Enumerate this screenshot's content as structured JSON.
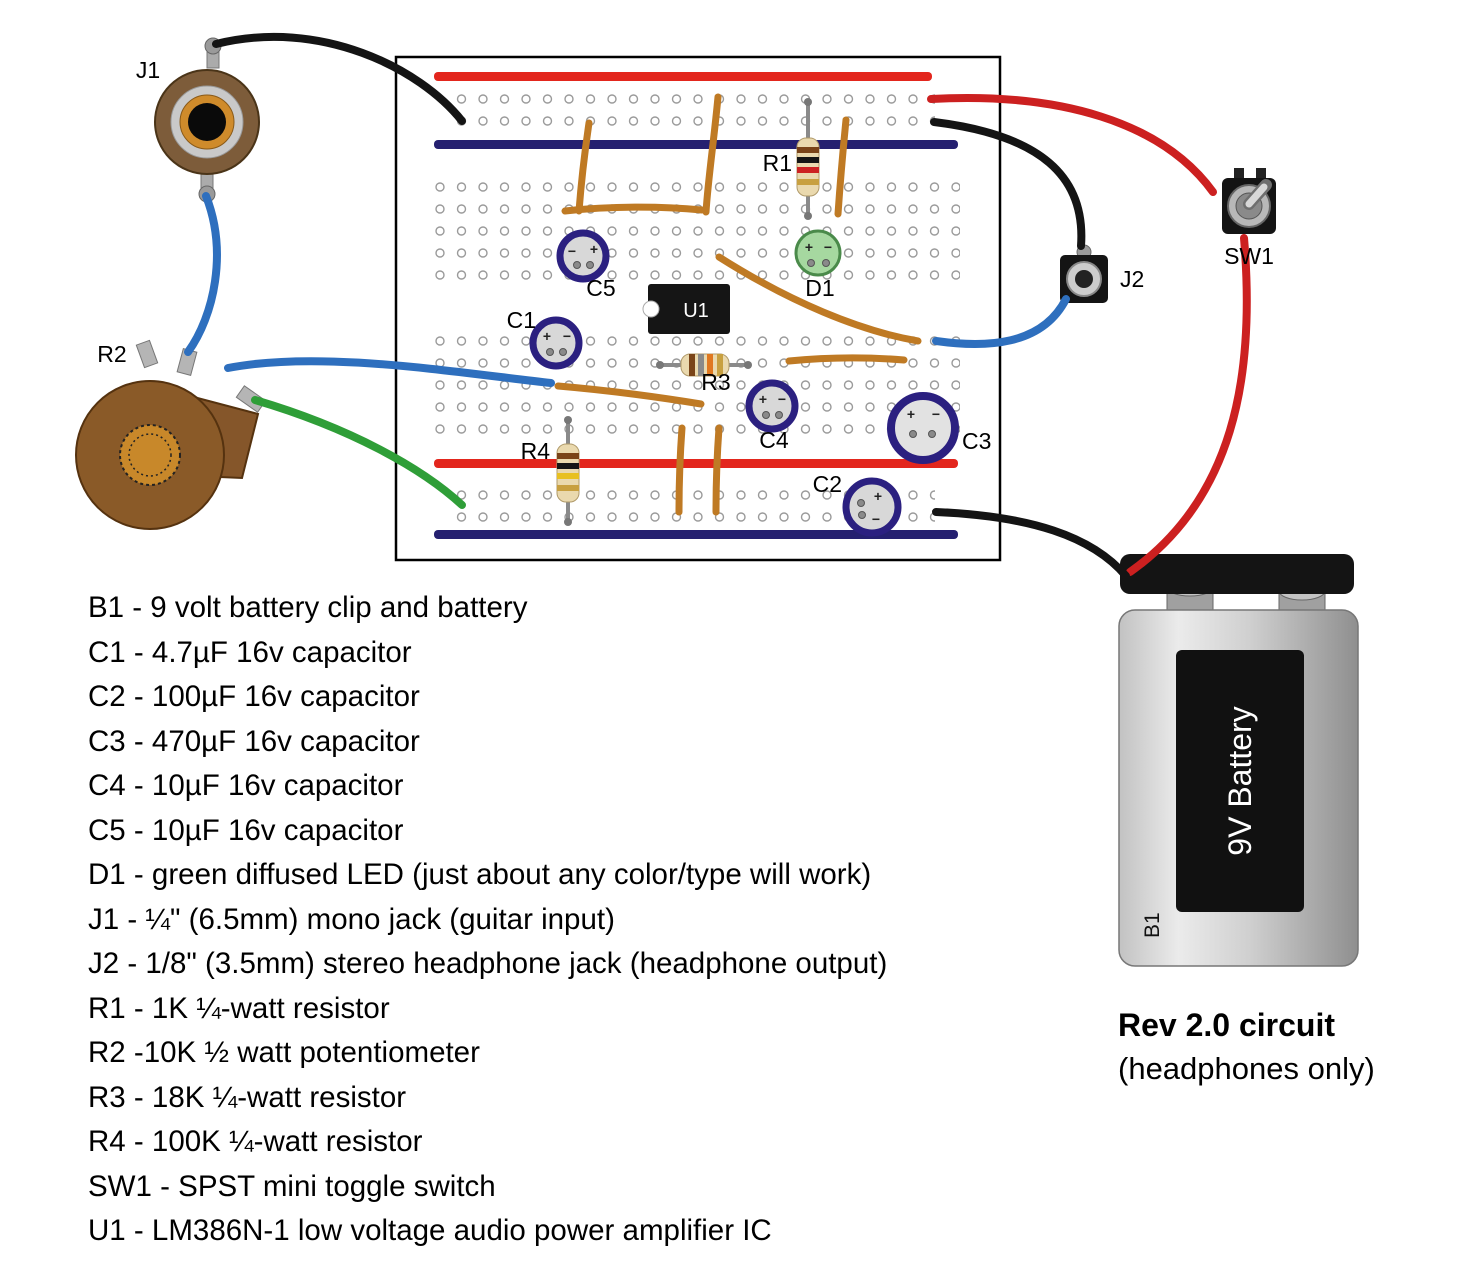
{
  "diagram": {
    "board_labels": {
      "j1": "J1",
      "r2": "R2",
      "r1": "R1",
      "c5": "C5",
      "c1": "C1",
      "u1": "U1",
      "d1": "D1",
      "r3": "R3",
      "c4": "C4",
      "c3": "C3",
      "c2": "C2",
      "r4": "R4",
      "j2": "J2",
      "sw1": "SW1",
      "b1": "B1",
      "battery": "9V Battery"
    },
    "cap_marks": {
      "plus": "+",
      "minus": "−"
    },
    "colors": {
      "rail_red": "#e3261d",
      "rail_blue": "#252070",
      "jumper_orange": "#bf7a24",
      "wire_black": "#141414",
      "wire_red": "#cc2020",
      "wire_blue": "#2e6fbe",
      "wire_green": "#2f9e38",
      "cap_ring": "#2b2080",
      "led_green": "#a6d8a0",
      "resistor_body": "#ead9ae",
      "battery_label_bg": "#111111"
    }
  },
  "parts_list": {
    "items": [
      "B1 - 9 volt battery clip and battery",
      "C1 - 4.7µF 16v capacitor",
      "C2 - 100µF 16v capacitor",
      "C3 - 470µF 16v capacitor",
      "C4 - 10µF 16v capacitor",
      "C5 - 10µF 16v capacitor",
      "D1 - green diffused LED (just about any color/type will work)",
      "J1 - ¼\" (6.5mm) mono jack (guitar input)",
      "J2 - 1/8\" (3.5mm) stereo headphone jack (headphone output)",
      "R1 - 1K ¼-watt resistor",
      "R2 -10K ½ watt potentiometer",
      "R3 - 18K ¼-watt resistor",
      "R4 - 100K ¼-watt resistor",
      "SW1 - SPST mini toggle switch",
      "U1 - LM386N-1 low voltage audio power amplifier IC"
    ]
  },
  "footer": {
    "title": "Rev 2.0 circuit",
    "subtitle": "(headphones only)"
  }
}
